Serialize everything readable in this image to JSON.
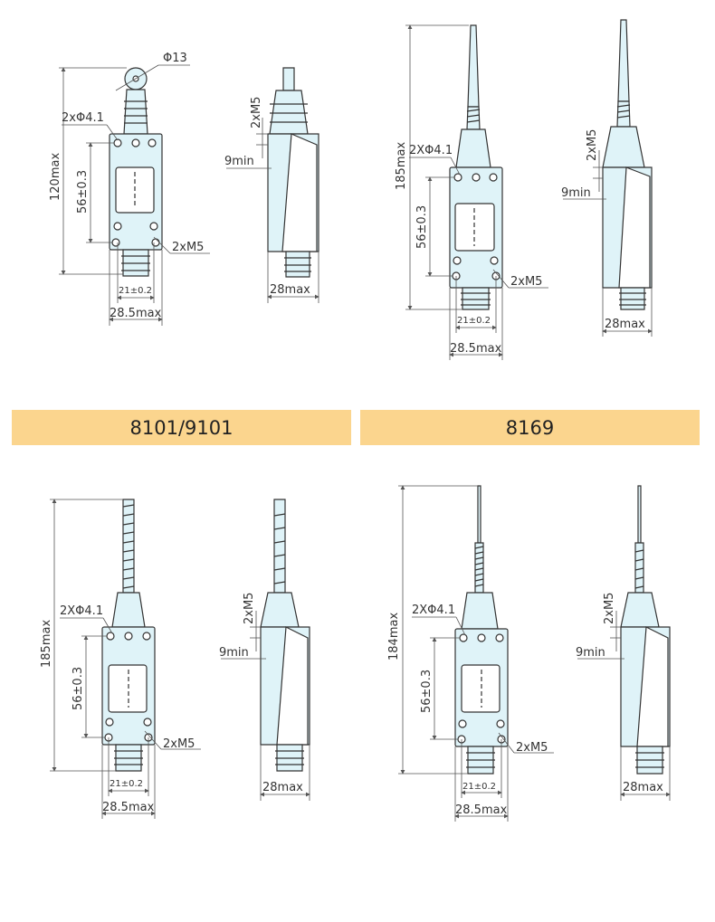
{
  "model_labels": [
    "8101/9101",
    "8169"
  ],
  "colors": {
    "body_fill": "#dff3f8",
    "line": "#333333",
    "dim_line": "#555555",
    "label_bar": "#fbd58e"
  },
  "views": {
    "roller": {
      "diam": "Φ13",
      "height": "120max",
      "hole": "2xΦ4.1",
      "pitch": "56±0.3",
      "thread": "2xM5",
      "hole_span": "21±0.2",
      "width": "28.5max",
      "side_thread": "2xM5",
      "side_min": "9min",
      "side_width": "28max"
    },
    "rod": {
      "height": "185max",
      "hole": "2XΦ4.1",
      "pitch": "56±0.3",
      "thread": "2xM5",
      "hole_span": "21±0.2",
      "width": "28.5max",
      "side_thread": "2xM5",
      "side_min": "9min",
      "side_width": "28max"
    },
    "spring": {
      "height": "185max",
      "hole": "2XΦ4.1",
      "pitch": "56±0.3",
      "thread": "2xM5",
      "hole_span": "21±0.2",
      "width": "28.5max",
      "side_thread": "2xM5",
      "side_min": "9min",
      "side_width": "28max"
    },
    "wire": {
      "height": "184max",
      "hole": "2XΦ4.1",
      "pitch": "56±0.3",
      "thread": "2xM5",
      "hole_span": "21±0.2",
      "width": "28.5max",
      "side_thread": "2xM5",
      "side_min": "9min",
      "side_width": "28max"
    }
  }
}
